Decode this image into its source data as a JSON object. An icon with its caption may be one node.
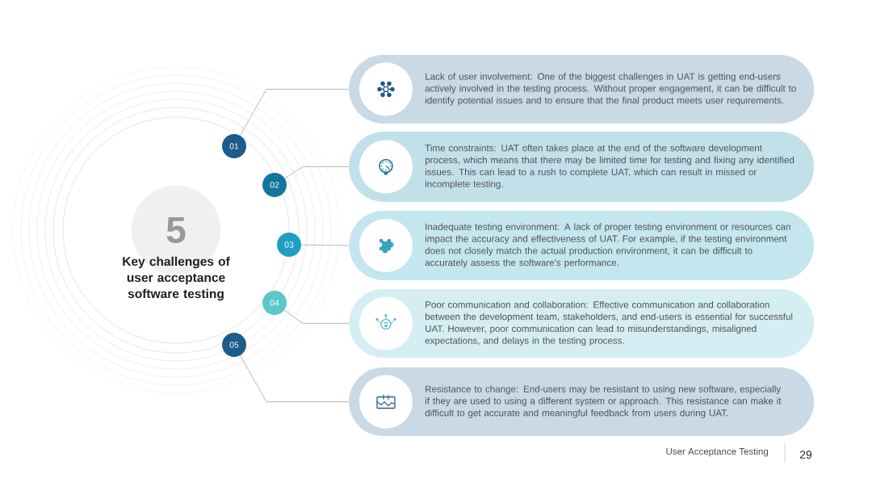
{
  "diagram": {
    "nodes": [
      {
        "text": [
          "5",
          "Key challenges of user acceptance software testing"
        ]
      },
      {
        "text": [
          "01"
        ]
      },
      {
        "text": [
          "02"
        ]
      },
      {
        "text": [
          "03"
        ]
      },
      {
        "text": [
          "04"
        ]
      },
      {
        "text": [
          "05"
        ]
      },
      {
        "text": [
          "Lack of user involvement: One of the biggest challenges in UAT is getting end-users actively involved in the testing process. Without proper engagement, it can be difficult to identify potential issues and to ensure that the final product meets user requirements."
        ]
      },
      {
        "text": [
          "Time constraints: UAT often takes place at the end of the software development process, which means that there may be limited time for testing and fixing any identified issues. This can lead to a rush to complete UAT, which can result in missed or incomplete testing."
        ]
      },
      {
        "text": [
          "Inadequate testing environment: A lack of proper testing environment or resources can impact the accuracy and effectiveness of UAT. For example, if the testing environment does not closely match the actual production environment, it can be difficult to accurately assess the software's performance."
        ]
      },
      {
        "text": [
          "Poor communication and collaboration: Effective communication and collaboration between the development team, stakeholders, and end-users is essential for successful UAT. However, poor communication can lead to misunderstandings, misaligned expectations, and delays in the testing process."
        ]
      },
      {
        "text": [
          "Resistance to change: End-users may be resistant to using new software, especially if they are used to using a different system or approach. This resistance can make it difficult to get accurate and meaningful feedback from users during UAT."
        ]
      }
    ],
    "edges": [
      {
        "from": 1,
        "to": 6,
        "arrow": "none"
      },
      {
        "from": 2,
        "to": 7,
        "arrow": "none"
      },
      {
        "from": 3,
        "to": 8,
        "arrow": "none"
      },
      {
        "from": 4,
        "to": 9,
        "arrow": "none"
      },
      {
        "from": 5,
        "to": 10,
        "arrow": "none"
      }
    ],
    "labels": [
      "User Acceptance Testing",
      "29"
    ]
  }
}
